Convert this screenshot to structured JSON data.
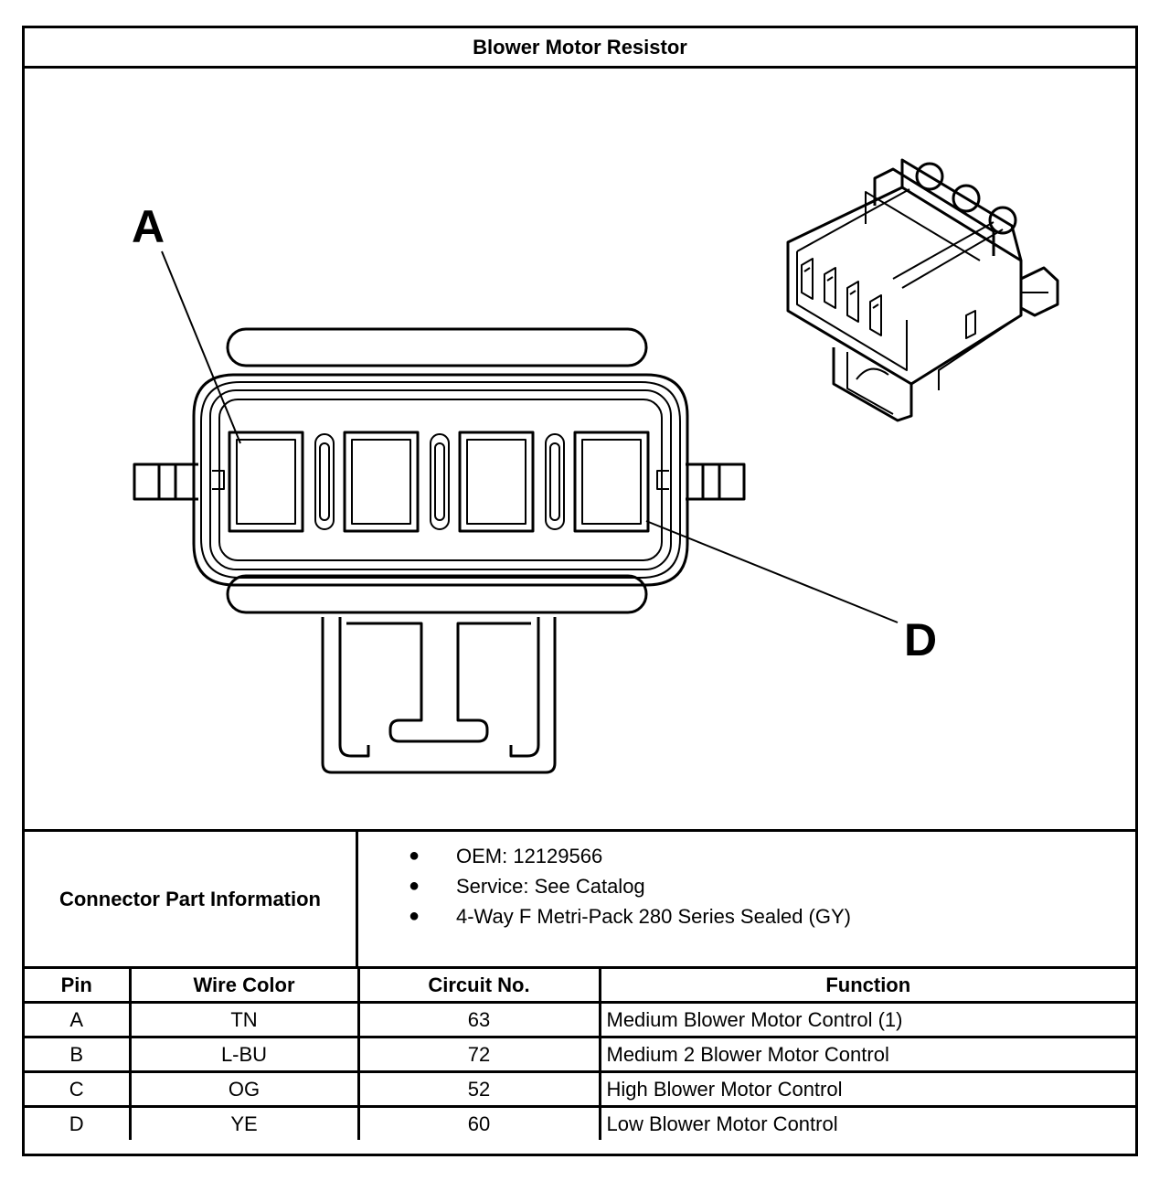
{
  "title": "Blower Motor Resistor",
  "diagram": {
    "pin_label_a": "A",
    "pin_label_d": "D"
  },
  "connector_info": {
    "label": "Connector Part Information",
    "items": [
      "OEM: 12129566",
      "Service: See Catalog",
      "4-Way F Metri-Pack 280 Series Sealed (GY)"
    ]
  },
  "pin_table": {
    "headers": [
      "Pin",
      "Wire Color",
      "Circuit No.",
      "Function"
    ],
    "rows": [
      [
        "A",
        "TN",
        "63",
        "Medium Blower Motor Control (1)"
      ],
      [
        "B",
        "L-BU",
        "72",
        "Medium 2 Blower Motor Control"
      ],
      [
        "C",
        "OG",
        "52",
        "High Blower Motor Control"
      ],
      [
        "D",
        "YE",
        "60",
        "Low Blower Motor Control"
      ]
    ]
  }
}
